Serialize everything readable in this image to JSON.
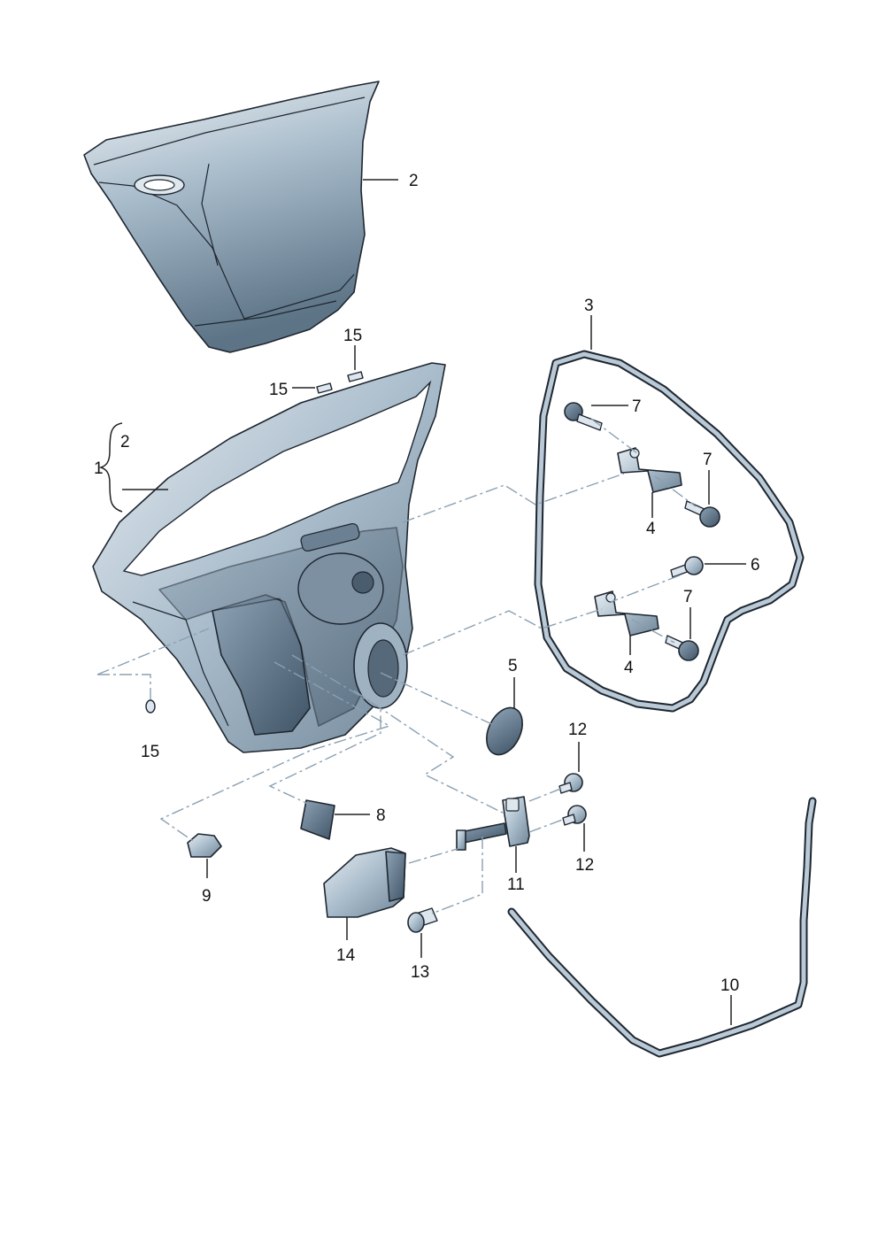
{
  "callouts": {
    "c1": "1",
    "c2_panel": "2",
    "c2_bracket": "2",
    "c3": "3",
    "c4_upper": "4",
    "c4_lower": "4",
    "c5": "5",
    "c6": "6",
    "c7_top": "7",
    "c7_mid": "7",
    "c7_lower": "7",
    "c8": "8",
    "c9": "9",
    "c10": "10",
    "c11": "11",
    "c12_top": "12",
    "c12_bottom": "12",
    "c13": "13",
    "c14": "14",
    "c15_top": "15",
    "c15_left": "15",
    "c15_bottom": "15"
  },
  "colors": {
    "part_light": "#dde6ee",
    "part_mid": "#9fb3c4",
    "part_dark": "#566b7d",
    "outline": "#1e2630",
    "assembly_line": "#8aa0b2"
  }
}
